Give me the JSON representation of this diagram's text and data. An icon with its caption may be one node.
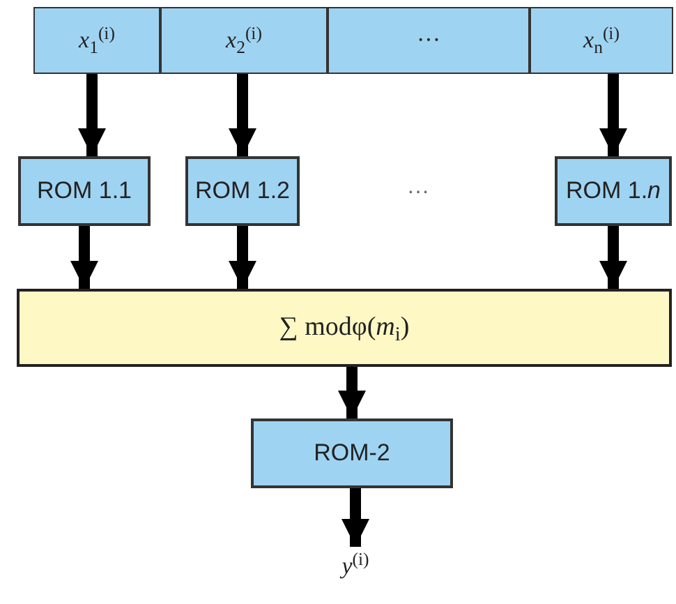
{
  "diagram": {
    "nodes": [
      {
        "text": [
          "*x*$_{1}$$^{(i)}$"
        ]
      },
      {
        "text": [
          "*x*$_{2}$$^{(i)}$"
        ]
      },
      {
        "text": [
          "···"
        ]
      },
      {
        "text": [
          "*x*$_{n}$$^{(i)}$"
        ]
      },
      {
        "text": [
          "ROM 1.1"
        ]
      },
      {
        "text": [
          "ROM 1.2"
        ]
      },
      {
        "text": [
          "ROM 1.*n*"
        ]
      },
      {
        "text": [
          "∑ modφ(*m*$_{i}$)"
        ]
      },
      {
        "text": [
          "ROM-2"
        ]
      },
      {
        "text": [
          "*y*$^{(i)}$"
        ]
      }
    ],
    "edges": [
      {
        "from": 0,
        "to": 4,
        "arrow": "to"
      },
      {
        "from": 1,
        "to": 5,
        "arrow": "to"
      },
      {
        "from": 3,
        "to": 6,
        "arrow": "to"
      },
      {
        "from": 4,
        "to": 7,
        "arrow": "to"
      },
      {
        "from": 5,
        "to": 7,
        "arrow": "to"
      },
      {
        "from": 6,
        "to": 7,
        "arrow": "to"
      },
      {
        "from": 7,
        "to": 8,
        "arrow": "to"
      },
      {
        "from": 8,
        "to": 9,
        "arrow": "to"
      }
    ],
    "labels": [
      "···"
    ]
  }
}
